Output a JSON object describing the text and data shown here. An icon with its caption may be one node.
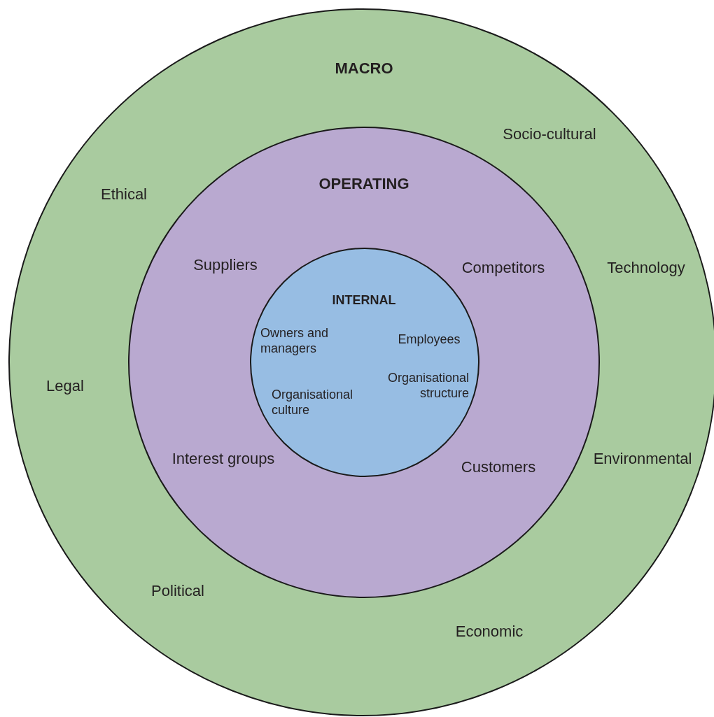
{
  "diagram": {
    "nodes": [
      {
        "text": [
          "MACRO",
          "Socio-cultural",
          "Ethical",
          "Technology",
          "Legal",
          "Environmental",
          "Political",
          "Economic"
        ]
      },
      {
        "text": [
          "OPERATING",
          "Suppliers",
          "Competitors",
          "Interest groups",
          "Customers"
        ],
        "in": 0
      },
      {
        "text": [
          "INTERNAL",
          "Owners and managers",
          "Employees",
          "Organisational structure",
          "Organisational culture"
        ],
        "in": 1
      }
    ]
  }
}
